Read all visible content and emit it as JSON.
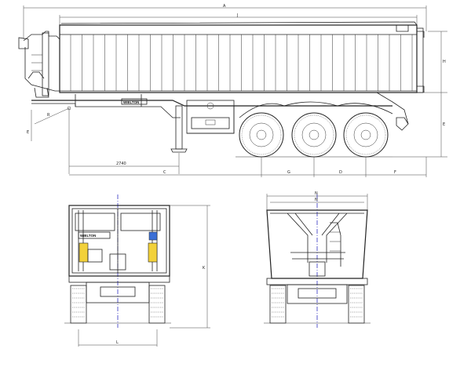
{
  "views": {
    "side": {
      "brand_plate": "WIELTON"
    },
    "rear": {
      "brand_plate": "WIELTON"
    }
  },
  "dimension_labels": {
    "overall_length": "A",
    "body_length": "J",
    "kingpin_to_front_wall": "B",
    "swing_radius": "R",
    "kingpin_to_landing_gear": "2740",
    "front_overhang": "C",
    "wheelbase_1": "G",
    "wheelbase_2": "D",
    "rear_overhang": "F",
    "body_height": "H",
    "coupling_height": "E",
    "overall_height": "K",
    "track_width": "L",
    "overall_width": "N",
    "body_width": "N"
  }
}
